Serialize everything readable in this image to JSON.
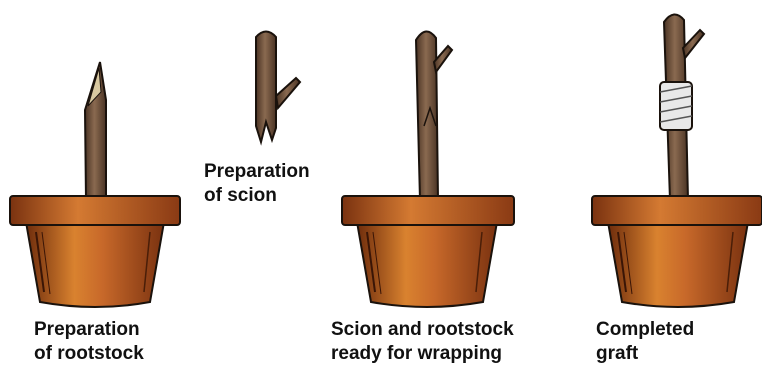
{
  "captions": {
    "rootstock": {
      "line1": "Preparation",
      "line2": "of rootstock"
    },
    "scion": {
      "line1": "Preparation",
      "line2": "of scion"
    },
    "ready": {
      "line1": "Scion and rootstock",
      "line2": "ready for wrapping"
    },
    "completed": {
      "line1": "Completed",
      "line2": "graft"
    }
  },
  "colors": {
    "pot_light": "#d9822f",
    "pot_mid": "#b45a1e",
    "pot_dark": "#6e2c0c",
    "stem_light": "#8a6a50",
    "stem_dark": "#4a3324",
    "cut_face": "#d8c8a0",
    "wrap": "#e8e8e8"
  }
}
